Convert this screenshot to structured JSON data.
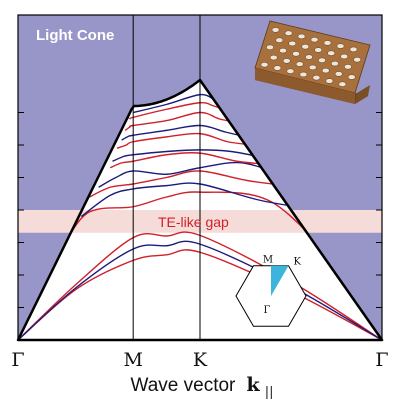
{
  "chart_data": {
    "type": "line",
    "title": "",
    "xlabel": "Wave vector",
    "xlabel_symbol": "k",
    "xlabel_subscript": "||",
    "ylabel": "",
    "x_ticks": [
      "Γ",
      "M",
      "K",
      "Γ"
    ],
    "x_tick_positions": [
      0,
      1,
      1.58,
      3.16
    ],
    "xlim": [
      0,
      3.16
    ],
    "ylim": [
      0,
      1.0
    ],
    "grid": false,
    "regions": {
      "light_cone": {
        "label": "Light Cone",
        "color": "#9896c8"
      },
      "gap": {
        "label": "TE-like gap",
        "range": [
          0.33,
          0.4
        ],
        "color": "#f5dcd8"
      }
    },
    "inset_brillouin_zone": {
      "labels": [
        "M",
        "K",
        "Γ"
      ],
      "fill": "#3cb4dc"
    },
    "inset_slab": {
      "color": "#a8703c"
    },
    "series_colors": {
      "TE": "#d0202a",
      "TM": "#1c1c7c"
    },
    "series": [
      {
        "polarization": "TE",
        "x": [
          0,
          0.5,
          1,
          1.29,
          1.58,
          2.37,
          3.16
        ],
        "y": [
          0,
          0.155,
          0.245,
          0.262,
          0.27,
          0.15,
          0
        ]
      },
      {
        "polarization": "TE",
        "x": [
          0,
          0.5,
          1,
          1.29,
          1.58,
          2.37,
          3.16
        ],
        "y": [
          0,
          0.17,
          0.315,
          0.32,
          0.322,
          0.18,
          0
        ]
      },
      {
        "polarization": "TM",
        "x": [
          0,
          0.5,
          1,
          1.29,
          1.58,
          2.37,
          3.16
        ],
        "y": [
          0,
          0.16,
          0.28,
          0.29,
          0.295,
          0.165,
          0
        ]
      },
      {
        "polarization": "TE",
        "x": [
          0.35,
          0.6,
          1,
          1.29,
          1.58,
          2.2,
          2.8
        ],
        "y": [
          0.26,
          0.39,
          0.41,
          0.44,
          0.455,
          0.425,
          0.22
        ]
      },
      {
        "polarization": "TM",
        "x": [
          0.55,
          0.8,
          1,
          1.29,
          1.58,
          2.1,
          2.6
        ],
        "y": [
          0.38,
          0.445,
          0.465,
          0.475,
          0.48,
          0.43,
          0.4
        ]
      },
      {
        "polarization": "TE",
        "x": [
          0.62,
          0.8,
          1,
          1.29,
          1.58,
          2.0,
          2.45
        ],
        "y": [
          0.44,
          0.47,
          0.48,
          0.5,
          0.52,
          0.49,
          0.47
        ]
      },
      {
        "polarization": "TM",
        "x": [
          0.7,
          0.85,
          1,
          1.29,
          1.58,
          1.95,
          2.35
        ],
        "y": [
          0.47,
          0.5,
          0.52,
          0.51,
          0.53,
          0.545,
          0.5
        ]
      },
      {
        "polarization": "TE",
        "x": [
          0.8,
          0.9,
          1,
          1.29,
          1.58,
          1.9,
          2.2
        ],
        "y": [
          0.53,
          0.545,
          0.55,
          0.57,
          0.575,
          0.55,
          0.54
        ]
      },
      {
        "polarization": "TM",
        "x": [
          0.82,
          0.92,
          1,
          1.29,
          1.58,
          1.85,
          2.15
        ],
        "y": [
          0.55,
          0.565,
          0.57,
          0.58,
          0.585,
          0.58,
          0.56
        ]
      },
      {
        "polarization": "TE",
        "x": [
          0.86,
          0.94,
          1,
          1.29,
          1.58,
          1.82,
          2.05
        ],
        "y": [
          0.59,
          0.6,
          0.61,
          0.625,
          0.635,
          0.61,
          0.6
        ]
      },
      {
        "polarization": "TM",
        "x": [
          0.9,
          0.95,
          1,
          1.29,
          1.58,
          1.8,
          1.98
        ],
        "y": [
          0.615,
          0.625,
          0.63,
          0.645,
          0.66,
          0.64,
          0.625
        ]
      },
      {
        "polarization": "TE",
        "x": [
          0.93,
          0.97,
          1,
          1.29,
          1.58,
          1.75,
          1.9
        ],
        "y": [
          0.645,
          0.655,
          0.66,
          0.675,
          0.7,
          0.68,
          0.67
        ]
      },
      {
        "polarization": "TE",
        "x": [
          0.97,
          1,
          1.29,
          1.58,
          1.7,
          1.82
        ],
        "y": [
          0.68,
          0.685,
          0.71,
          0.73,
          0.72,
          0.705
        ]
      },
      {
        "polarization": "TM",
        "x": [
          1,
          1.29,
          1.58,
          1.7
        ],
        "y": [
          0.7,
          0.725,
          0.755,
          0.74
        ]
      }
    ]
  }
}
